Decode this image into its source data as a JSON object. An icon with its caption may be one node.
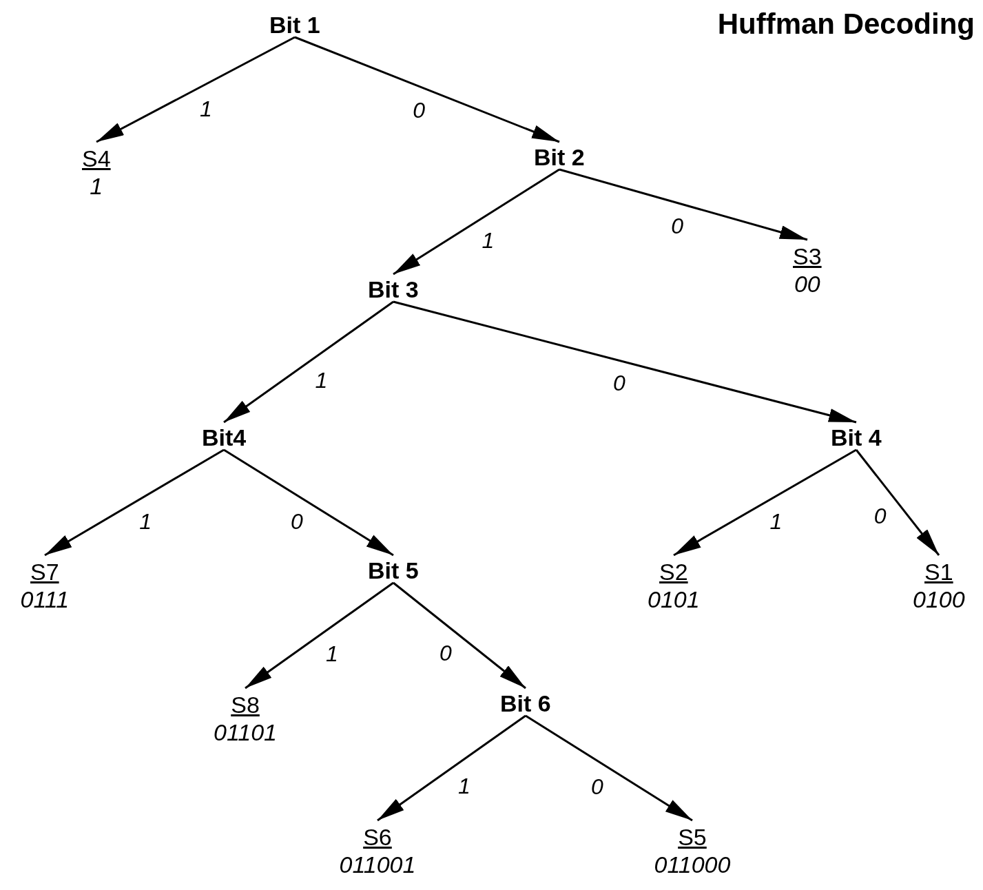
{
  "diagram": {
    "title": "Huffman Decoding",
    "nodes": [
      {
        "text": [
          "Bit 1"
        ]
      },
      {
        "text": [
          "S4",
          "1"
        ]
      },
      {
        "text": [
          "Bit 2"
        ]
      },
      {
        "text": [
          "S3",
          "00"
        ]
      },
      {
        "text": [
          "Bit 3"
        ]
      },
      {
        "text": [
          "Bit4"
        ]
      },
      {
        "text": [
          "Bit 4"
        ]
      },
      {
        "text": [
          "S7",
          "0111"
        ]
      },
      {
        "text": [
          "Bit 5"
        ]
      },
      {
        "text": [
          "S2",
          "0101"
        ]
      },
      {
        "text": [
          "S1",
          "0100"
        ]
      },
      {
        "text": [
          "S8",
          "01101"
        ]
      },
      {
        "text": [
          "Bit 6"
        ]
      },
      {
        "text": [
          "S6",
          "011001"
        ]
      },
      {
        "text": [
          "S5",
          "011000"
        ]
      }
    ],
    "edges": [
      {
        "from": 0,
        "to": 1,
        "arrow": "to",
        "label": "1"
      },
      {
        "from": 0,
        "to": 2,
        "arrow": "to",
        "label": "0"
      },
      {
        "from": 2,
        "to": 4,
        "arrow": "to",
        "label": "1"
      },
      {
        "from": 2,
        "to": 3,
        "arrow": "to",
        "label": "0"
      },
      {
        "from": 4,
        "to": 5,
        "arrow": "to",
        "label": "1"
      },
      {
        "from": 4,
        "to": 6,
        "arrow": "to",
        "label": "0"
      },
      {
        "from": 5,
        "to": 7,
        "arrow": "to",
        "label": "1"
      },
      {
        "from": 5,
        "to": 8,
        "arrow": "to",
        "label": "0"
      },
      {
        "from": 6,
        "to": 9,
        "arrow": "to",
        "label": "1"
      },
      {
        "from": 6,
        "to": 10,
        "arrow": "to",
        "label": "0"
      },
      {
        "from": 8,
        "to": 11,
        "arrow": "to",
        "label": "1"
      },
      {
        "from": 8,
        "to": 12,
        "arrow": "to",
        "label": "0"
      },
      {
        "from": 12,
        "to": 13,
        "arrow": "to",
        "label": "1"
      },
      {
        "from": 12,
        "to": 14,
        "arrow": "to",
        "label": "0"
      }
    ]
  }
}
